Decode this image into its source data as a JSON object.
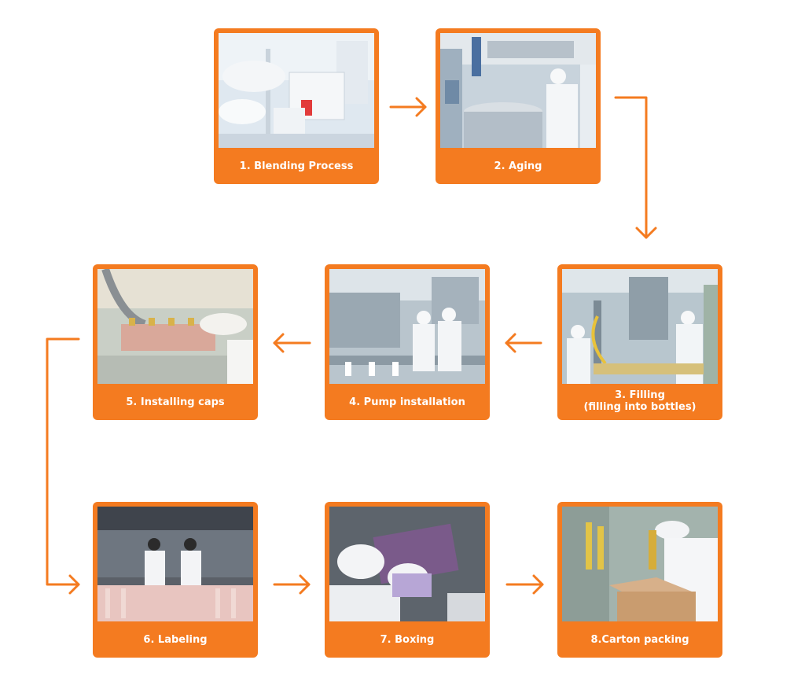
{
  "colors": {
    "accent": "#f47b20",
    "label_text": "#ffffff",
    "background": "#ffffff"
  },
  "steps": [
    {
      "label": "1. Blending Process"
    },
    {
      "label": "2. Aging"
    },
    {
      "label": "3. Filling\n(filling into bottles)"
    },
    {
      "label": "4. Pump installation"
    },
    {
      "label": "5. Installing caps"
    },
    {
      "label": "6. Labeling"
    },
    {
      "label": "7. Boxing"
    },
    {
      "label": "8.Carton packing"
    }
  ]
}
